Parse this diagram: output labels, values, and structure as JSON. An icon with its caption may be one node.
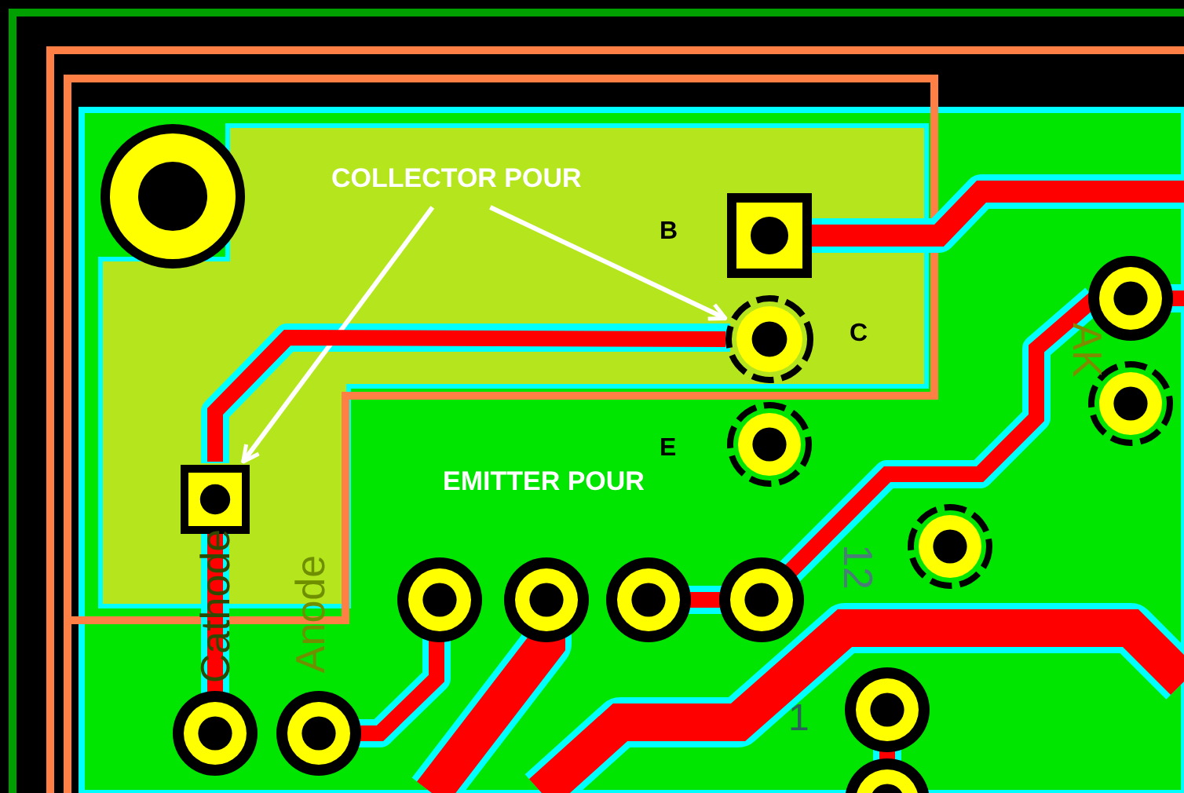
{
  "diagram": {
    "nodes": [
      {
        "text": [
          "COLLECTOR POUR"
        ]
      },
      {
        "text": [],
        "shape": "box"
      },
      {
        "text": [],
        "shape": "circle"
      }
    ],
    "edges": [
      {
        "from": 0,
        "to": 1,
        "arrow": "to"
      },
      {
        "from": 0,
        "to": 2,
        "arrow": "to"
      },
      {
        "from": 2,
        "to": 1,
        "arrow": "none",
        "style": "thick",
        "color": "#ff0000"
      }
    ],
    "labels": [
      "B",
      "C",
      "E",
      "EMITTER POUR",
      "Cathode",
      "Anode",
      "12",
      "AK",
      "1"
    ]
  }
}
